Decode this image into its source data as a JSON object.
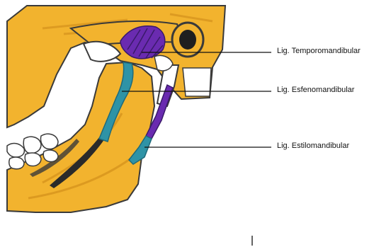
{
  "labels": {
    "temporomandibular": "Lig. Temporomandibular",
    "esfenomandibular": "Lig. Esfenomandibular",
    "estilomandibular": "Lig. Estilomandibular"
  },
  "colors": {
    "bone": "#f2b32e",
    "bone_shadow": "#d4921c",
    "ligament_purple": "#6a2bb0",
    "ligament_teal": "#2e93a6",
    "outline": "#3a3a3a",
    "teeth": "#ffffff",
    "leader_line": "#111111"
  }
}
